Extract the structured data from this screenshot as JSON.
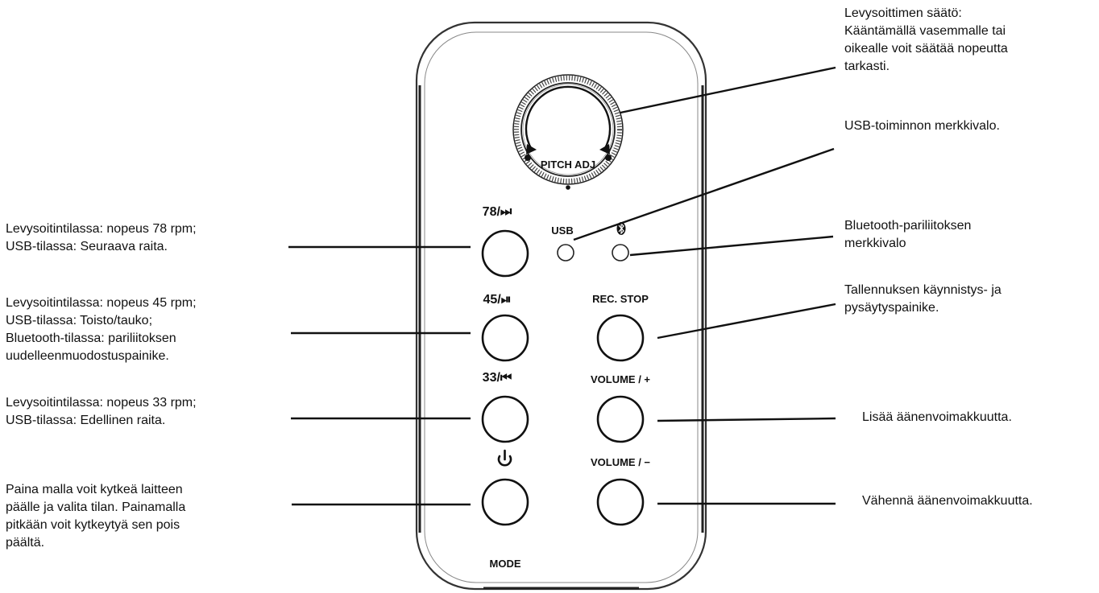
{
  "device": {
    "pitch_label": "PITCH ADJ",
    "usb_label": "USB",
    "bluetooth_icon": "bluetooth-icon",
    "power_icon": "power-icon",
    "buttons": {
      "b78": "78/⏭",
      "b45": "45/⏯",
      "b33": "33/⏮",
      "rec": "REC. STOP",
      "volup": "VOLUME / +",
      "voldown": "VOLUME / −",
      "mode": "MODE"
    }
  },
  "annotations": {
    "pitch": [
      "Levysoittimen säätö:",
      "Kääntämällä vasemmalle tai",
      "oikealle voit säätää nopeutta",
      "tarkasti."
    ],
    "usb_led": [
      "USB-toiminnon merkkivalo."
    ],
    "bt_led": [
      "Bluetooth-pariliitoksen",
      "merkkivalo"
    ],
    "rec": [
      "Tallennuksen käynnistys- ja",
      "pysäytyspainike."
    ],
    "volup": [
      "Lisää äänenvoimakkuutta."
    ],
    "voldown": [
      "Vähennä äänenvoimakkuutta."
    ],
    "b78": [
      "Levysoitintilassa: nopeus 78 rpm;",
      "USB-tilassa: Seuraava raita."
    ],
    "b45": [
      "Levysoitintilassa: nopeus 45 rpm;",
      "USB-tilassa: Toisto/tauko;",
      "Bluetooth-tilassa: pariliitoksen",
      "uudelleenmuodostuspainike."
    ],
    "b33": [
      "Levysoitintilassa: nopeus 33 rpm;",
      "USB-tilassa: Edellinen raita."
    ],
    "mode": [
      "Paina malla voit kytkeä laitteen",
      "päälle ja valita tilan. Painamalla",
      "pitkään voit kytkeytyä sen pois",
      "päältä."
    ]
  }
}
